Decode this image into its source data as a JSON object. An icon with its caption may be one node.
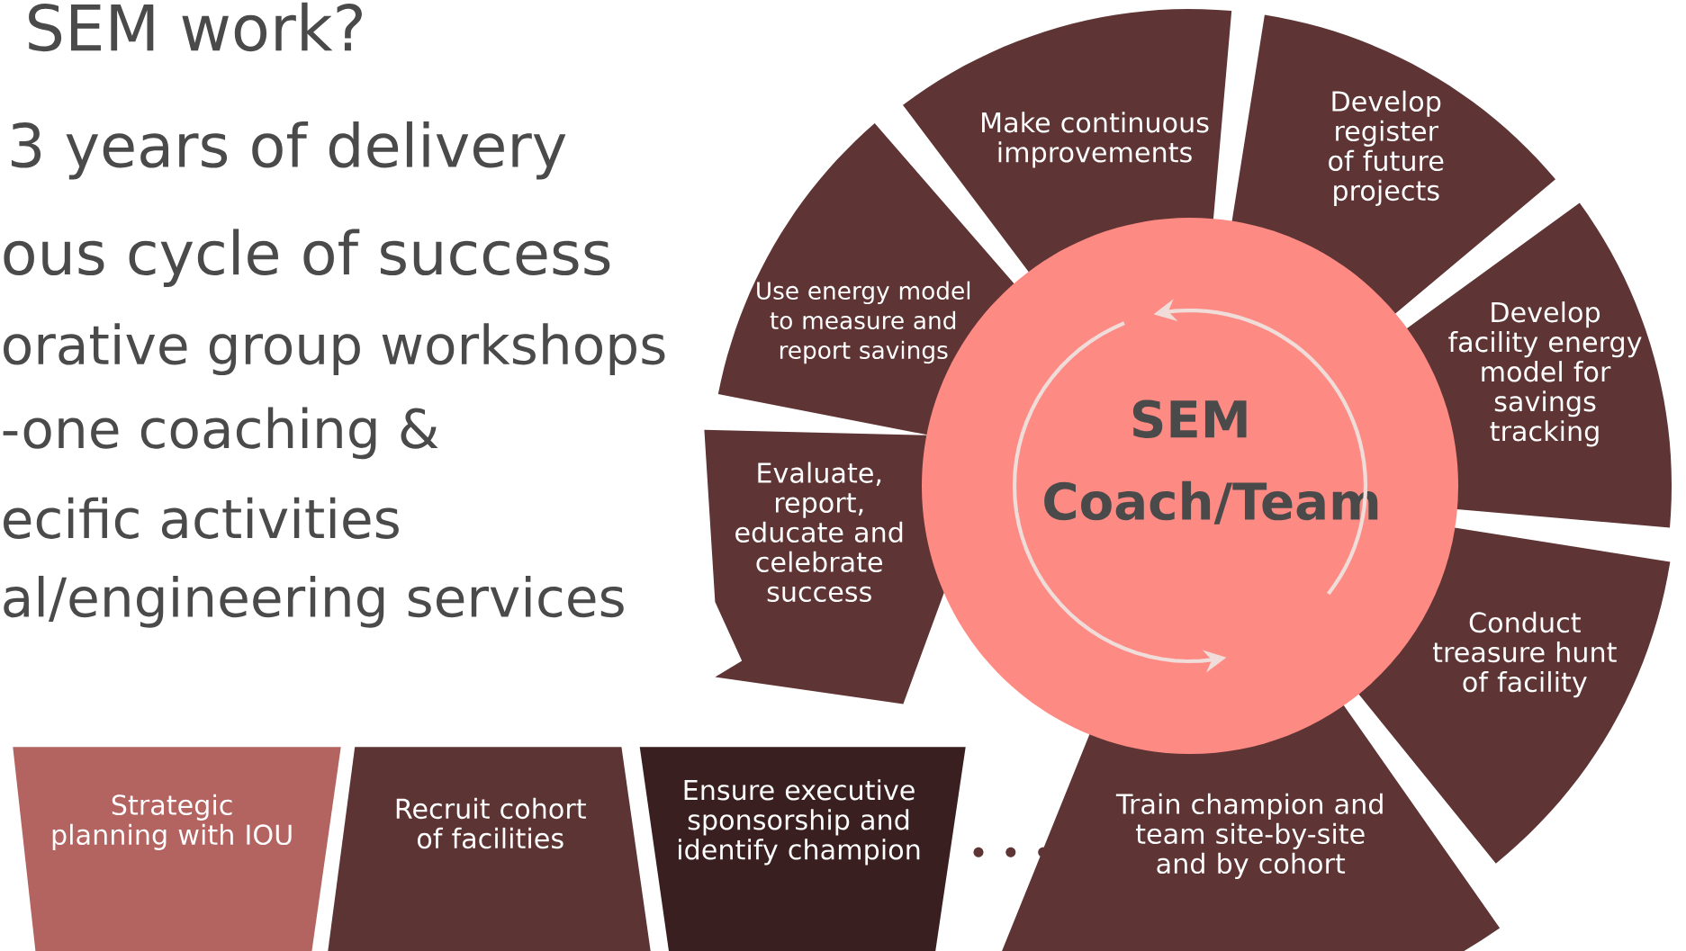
{
  "diagram": {
    "title": "SEM work?",
    "nodes": [
      {
        "text": [
          "Strategic planning with IOU"
        ]
      },
      {
        "text": [
          "Recruit cohort of facilities"
        ]
      },
      {
        "text": [
          "Ensure executive sponsorship and identify champion"
        ]
      },
      {
        "text": [
          "Train champion and team site-by-site and by cohort"
        ]
      },
      {
        "text": [
          "Conduct treasure hunt of facility"
        ]
      },
      {
        "text": [
          "Develop facility energy model for savings tracking"
        ]
      },
      {
        "text": [
          "Develop register of future projects"
        ]
      },
      {
        "text": [
          "Make continuous improvements"
        ]
      },
      {
        "text": [
          "Use energy model to measure and report savings"
        ]
      },
      {
        "text": [
          "Evaluate, report, educate and celebrate success"
        ]
      },
      {
        "text": [
          "SEM Coach/Team"
        ]
      }
    ],
    "labels": [
      "3 years of delivery",
      "ous cycle of success",
      "orative group workshops",
      "-one coaching &",
      "ecific activities",
      "al/engineering services"
    ]
  }
}
